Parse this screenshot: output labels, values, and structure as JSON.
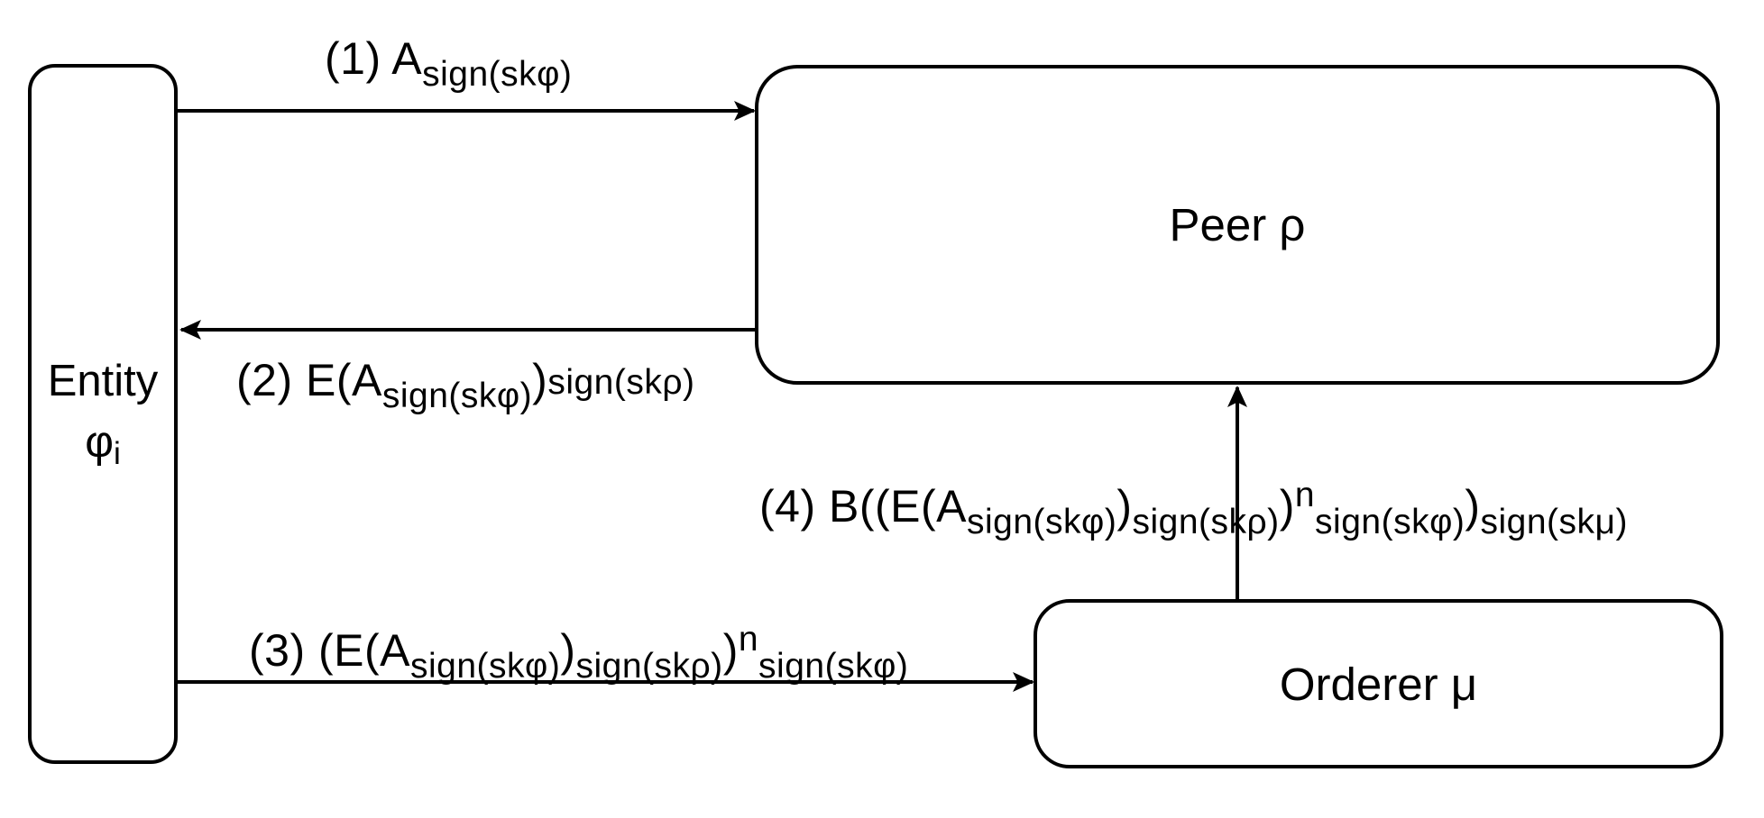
{
  "diagram": {
    "type": "protocol-sequence-diagram",
    "colors": {
      "stroke": "#000000",
      "background": "#ffffff",
      "text": "#000000"
    },
    "nodes": {
      "entity": {
        "name_line1": "Entity",
        "symbol": "φ",
        "symbol_subscript": "i"
      },
      "peer": {
        "label": "Peer ρ"
      },
      "orderer": {
        "label": "Orderer μ"
      }
    },
    "messages": [
      {
        "from": "entity",
        "to": "peer",
        "direction": "right",
        "segments": [
          {
            "t": "(1) A",
            "style": "main"
          },
          {
            "t": "sign(skφ)",
            "style": "subscript"
          }
        ]
      },
      {
        "from": "peer",
        "to": "entity",
        "direction": "left",
        "segments": [
          {
            "t": "(2) E(A",
            "style": "main"
          },
          {
            "t": "sign(skφ)",
            "style": "subscript"
          },
          {
            "t": ")",
            "style": "main"
          },
          {
            "t": "sign(skρ)",
            "style": "small-baseline"
          }
        ]
      },
      {
        "from": "entity",
        "to": "orderer",
        "direction": "right",
        "segments": [
          {
            "t": "(3) (E(A",
            "style": "main"
          },
          {
            "t": "sign(skφ)",
            "style": "subscript"
          },
          {
            "t": ")",
            "style": "main"
          },
          {
            "t": "sign(skρ)",
            "style": "subscript"
          },
          {
            "t": ")",
            "style": "main"
          },
          {
            "t": "n",
            "style": "superscript"
          },
          {
            "t": "sign(skφ)",
            "style": "subscript"
          }
        ]
      },
      {
        "from": "orderer",
        "to": "peer",
        "direction": "up",
        "segments": [
          {
            "t": "(4) B((E(A",
            "style": "main"
          },
          {
            "t": "sign(skφ)",
            "style": "subscript"
          },
          {
            "t": ")",
            "style": "main"
          },
          {
            "t": "sign(skρ)",
            "style": "subscript"
          },
          {
            "t": ")",
            "style": "main"
          },
          {
            "t": "n",
            "style": "superscript"
          },
          {
            "t": "sign(skφ)",
            "style": "subscript"
          },
          {
            "t": ")",
            "style": "main"
          },
          {
            "t": "sign(skμ)",
            "style": "subscript"
          }
        ]
      }
    ]
  }
}
